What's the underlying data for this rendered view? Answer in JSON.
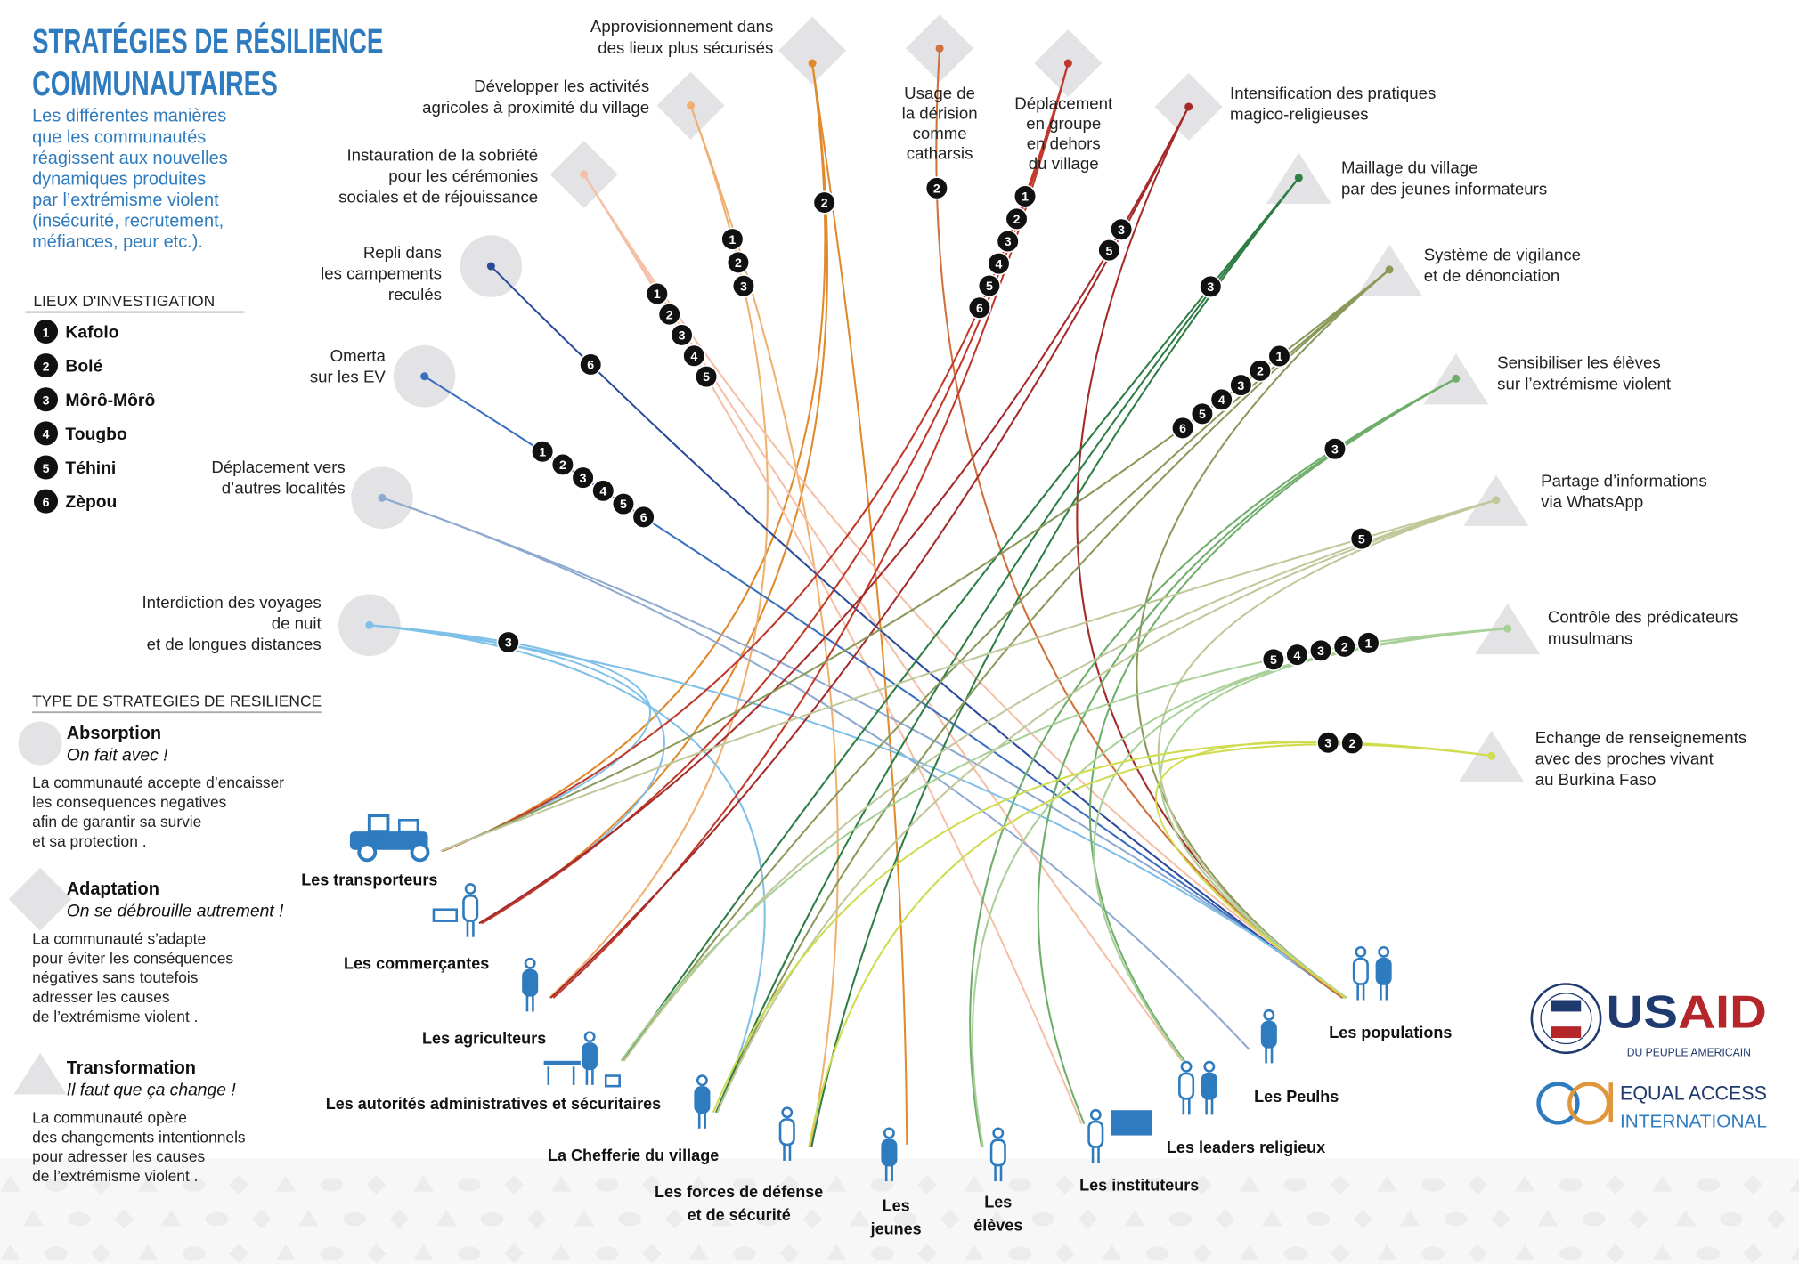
{
  "title": [
    "STRATÉGIES DE RÉSILIENCE",
    "COMMUNAUTAIRES"
  ],
  "subtitle": [
    "Les différentes manières",
    "que les communautés",
    "réagissent aux nouvelles",
    "dynamiques produites",
    "par l’extrémisme violent",
    "(insécurité, recrutement,",
    "méfiances, peur etc.)."
  ],
  "villages_heading": "LIEUX D'INVESTIGATION",
  "villages": [
    {
      "num": "1",
      "name": "Kafolo"
    },
    {
      "num": "2",
      "name": "Bolé"
    },
    {
      "num": "3",
      "name": "Môrô-Môrô"
    },
    {
      "num": "4",
      "name": "Tougbo"
    },
    {
      "num": "5",
      "name": "Téhini"
    },
    {
      "num": "6",
      "name": "Zèpou"
    }
  ],
  "types_heading": "TYPE DE STRATEGIES DE RESILIENCE",
  "types": [
    {
      "shape": "circle",
      "name": "Absorption",
      "tagline": "On fait avec !",
      "desc": [
        "La communauté accepte d’encaisser",
        "les consequences negatives",
        "afin de garantir sa survie",
        "et sa protection ."
      ]
    },
    {
      "shape": "diamond",
      "name": "Adaptation",
      "tagline": "On se débrouille autrement !",
      "desc": [
        "La communauté s’adapte",
        "pour éviter les conséquences",
        "négatives sans toutefois",
        "adresser les causes",
        "de l’extrémisme violent ."
      ]
    },
    {
      "shape": "triangle",
      "name": "Transformation",
      "tagline": "Il faut que ça change !",
      "desc": [
        "La communauté opère",
        "des changements intentionnels",
        "pour adresser les causes",
        "de l’extrémisme violent ."
      ]
    }
  ],
  "strategies": [
    {
      "label": [
        "Approvisionnement dans",
        "des lieux plus sécurisés"
      ],
      "type": "diamond",
      "color": "#e08a2c",
      "badges": [
        "2"
      ],
      "actors": [
        0,
        1,
        6
      ]
    },
    {
      "label": [
        "Développer les activités",
        "agricoles à proximité du village"
      ],
      "type": "diamond",
      "color": "#f0b070",
      "badges": [
        "1",
        "2",
        "3"
      ],
      "actors": [
        2,
        5
      ]
    },
    {
      "label": [
        "Instauration de la sobriété",
        "pour les cérémonies",
        "sociales et de réjouissance"
      ],
      "type": "diamond",
      "color": "#f5c0a8",
      "badges": [
        "1",
        "2",
        "3",
        "4",
        "5"
      ],
      "actors": [
        8,
        9,
        11
      ]
    },
    {
      "label": [
        "Repli dans",
        "les campements",
        "reculés"
      ],
      "type": "circle",
      "color": "#2b4a9a",
      "badges": [
        "6"
      ],
      "actors": [
        11
      ]
    },
    {
      "label": [
        "Omerta",
        "sur les EV"
      ],
      "type": "circle",
      "color": "#3a6fc0",
      "badges": [
        "1",
        "2",
        "3",
        "4",
        "5",
        "6"
      ],
      "actors": [
        11
      ]
    },
    {
      "label": [
        "Déplacement vers",
        "d’autres localités"
      ],
      "type": "circle",
      "color": "#8faad0",
      "badges": [],
      "actors": [
        10,
        11
      ]
    },
    {
      "label": [
        "Interdiction des voyages",
        "de nuit",
        "et de longues distances"
      ],
      "type": "circle",
      "color": "#7fc0e8",
      "badges": [
        "3"
      ],
      "actors": [
        0,
        1,
        4,
        11
      ]
    },
    {
      "label": [
        "Usage de",
        "la dérision",
        "comme",
        "catharsis"
      ],
      "type": "diamond",
      "color": "#d0703a",
      "badges": [
        "2"
      ],
      "actors": [
        11
      ]
    },
    {
      "label": [
        "Déplacement",
        "en groupe",
        "en dehors",
        "du village"
      ],
      "type": "diamond",
      "color": "#c0392b",
      "badges": [
        "1",
        "2",
        "3",
        "4",
        "5",
        "6"
      ],
      "actors": [
        0,
        1,
        2
      ]
    },
    {
      "label": [
        "Intensification des pratiques",
        "magico-religieuses"
      ],
      "type": "diamond",
      "color": "#a52a2a",
      "badges": [
        "3",
        "5"
      ],
      "actors": [
        1,
        2,
        11
      ]
    },
    {
      "label": [
        "Maillage du village",
        "par des jeunes informateurs"
      ],
      "type": "triangle",
      "color": "#2e7d45",
      "badges": [
        "3"
      ],
      "actors": [
        3,
        4,
        5
      ]
    },
    {
      "label": [
        "Système de vigilance",
        "et de dénonciation"
      ],
      "type": "triangle",
      "color": "#8a9a5b",
      "badges": [
        "1",
        "2",
        "3",
        "4",
        "5",
        "6"
      ],
      "actors": [
        0,
        3,
        4,
        11
      ]
    },
    {
      "label": [
        "Sensibiliser les élèves",
        "sur l’extrémisme violent"
      ],
      "type": "triangle",
      "color": "#6fae6a",
      "badges": [
        "3"
      ],
      "actors": [
        7,
        8,
        9
      ]
    },
    {
      "label": [
        "Partage d’informations",
        "via WhatsApp"
      ],
      "type": "triangle",
      "color": "#c0c89a",
      "badges": [
        "5"
      ],
      "actors": [
        0,
        3,
        4,
        11
      ]
    },
    {
      "label": [
        "Contrôle des prédicateurs",
        "musulmans"
      ],
      "type": "triangle",
      "color": "#a8d098",
      "badges": [
        "1",
        "2",
        "3",
        "4",
        "5"
      ],
      "actors": [
        3,
        7,
        9,
        11
      ]
    },
    {
      "label": [
        "Echange de renseignements",
        "avec des proches vivant",
        "au Burkina Faso"
      ],
      "type": "triangle",
      "color": "#d0dc50",
      "badges": [
        "2",
        "3"
      ],
      "actors": [
        4,
        5,
        11
      ]
    }
  ],
  "actors": [
    {
      "label": [
        "Les transporteurs"
      ]
    },
    {
      "label": [
        "Les commerçantes"
      ]
    },
    {
      "label": [
        "Les agriculteurs"
      ]
    },
    {
      "label": [
        "Les autorités administratives et sécuritaires"
      ]
    },
    {
      "label": [
        "La Chefferie du village"
      ]
    },
    {
      "label": [
        "Les forces de défense",
        "et de sécurité"
      ]
    },
    {
      "label": [
        "Les",
        "jeunes"
      ]
    },
    {
      "label": [
        "Les",
        "élèves"
      ]
    },
    {
      "label": [
        "Les instituteurs"
      ]
    },
    {
      "label": [
        "Les leaders religieux"
      ]
    },
    {
      "label": [
        "Les Peulhs"
      ]
    },
    {
      "label": [
        "Les populations"
      ]
    }
  ],
  "logos": {
    "usaid": "USAID",
    "usaid_tagline": "DU PEUPLE AMERICAIN",
    "eai_line1": "EQUAL ACCESS",
    "eai_line2": "INTERNATIONAL"
  },
  "colors": {
    "brand_blue": "#2e7bbf",
    "shape_grey": "#e3e3e6",
    "usaid_navy": "#1f3a6e",
    "usaid_red": "#b5262b"
  }
}
